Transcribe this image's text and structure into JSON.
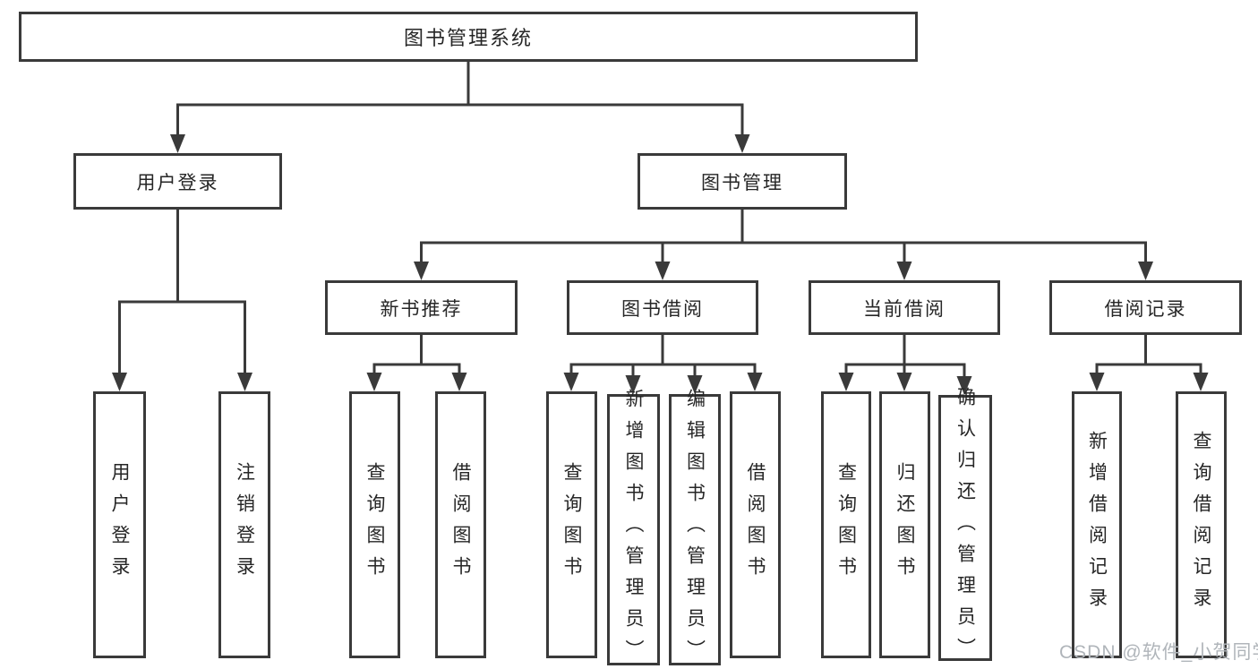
{
  "diagram_title": "图书管理系统",
  "tree": {
    "label": "图书管理系统",
    "children": [
      {
        "label": "用户登录",
        "children": [
          {
            "label": "用户登录"
          },
          {
            "label": "注销登录"
          }
        ]
      },
      {
        "label": "图书管理",
        "children": [
          {
            "label": "新书推荐",
            "children": [
              {
                "label": "查询图书"
              },
              {
                "label": "借阅图书"
              }
            ]
          },
          {
            "label": "图书借阅",
            "children": [
              {
                "label": "查询图书"
              },
              {
                "label": "新增图书（管理员）"
              },
              {
                "label": "编辑图书（管理员）"
              },
              {
                "label": "借阅图书"
              }
            ]
          },
          {
            "label": "当前借阅",
            "children": [
              {
                "label": "查询图书"
              },
              {
                "label": "归还图书"
              },
              {
                "label": "确认归还（管理员）"
              }
            ]
          },
          {
            "label": "借阅记录",
            "children": [
              {
                "label": "新增借阅记录"
              },
              {
                "label": "查询借阅记录"
              }
            ]
          }
        ]
      }
    ]
  },
  "watermark": {
    "text": "CSDN @软件_小贺同学"
  },
  "colors": {
    "line": "#3a3a3a",
    "text": "#262626",
    "watermark": "#b0b5ba",
    "background": "#ffffff"
  }
}
